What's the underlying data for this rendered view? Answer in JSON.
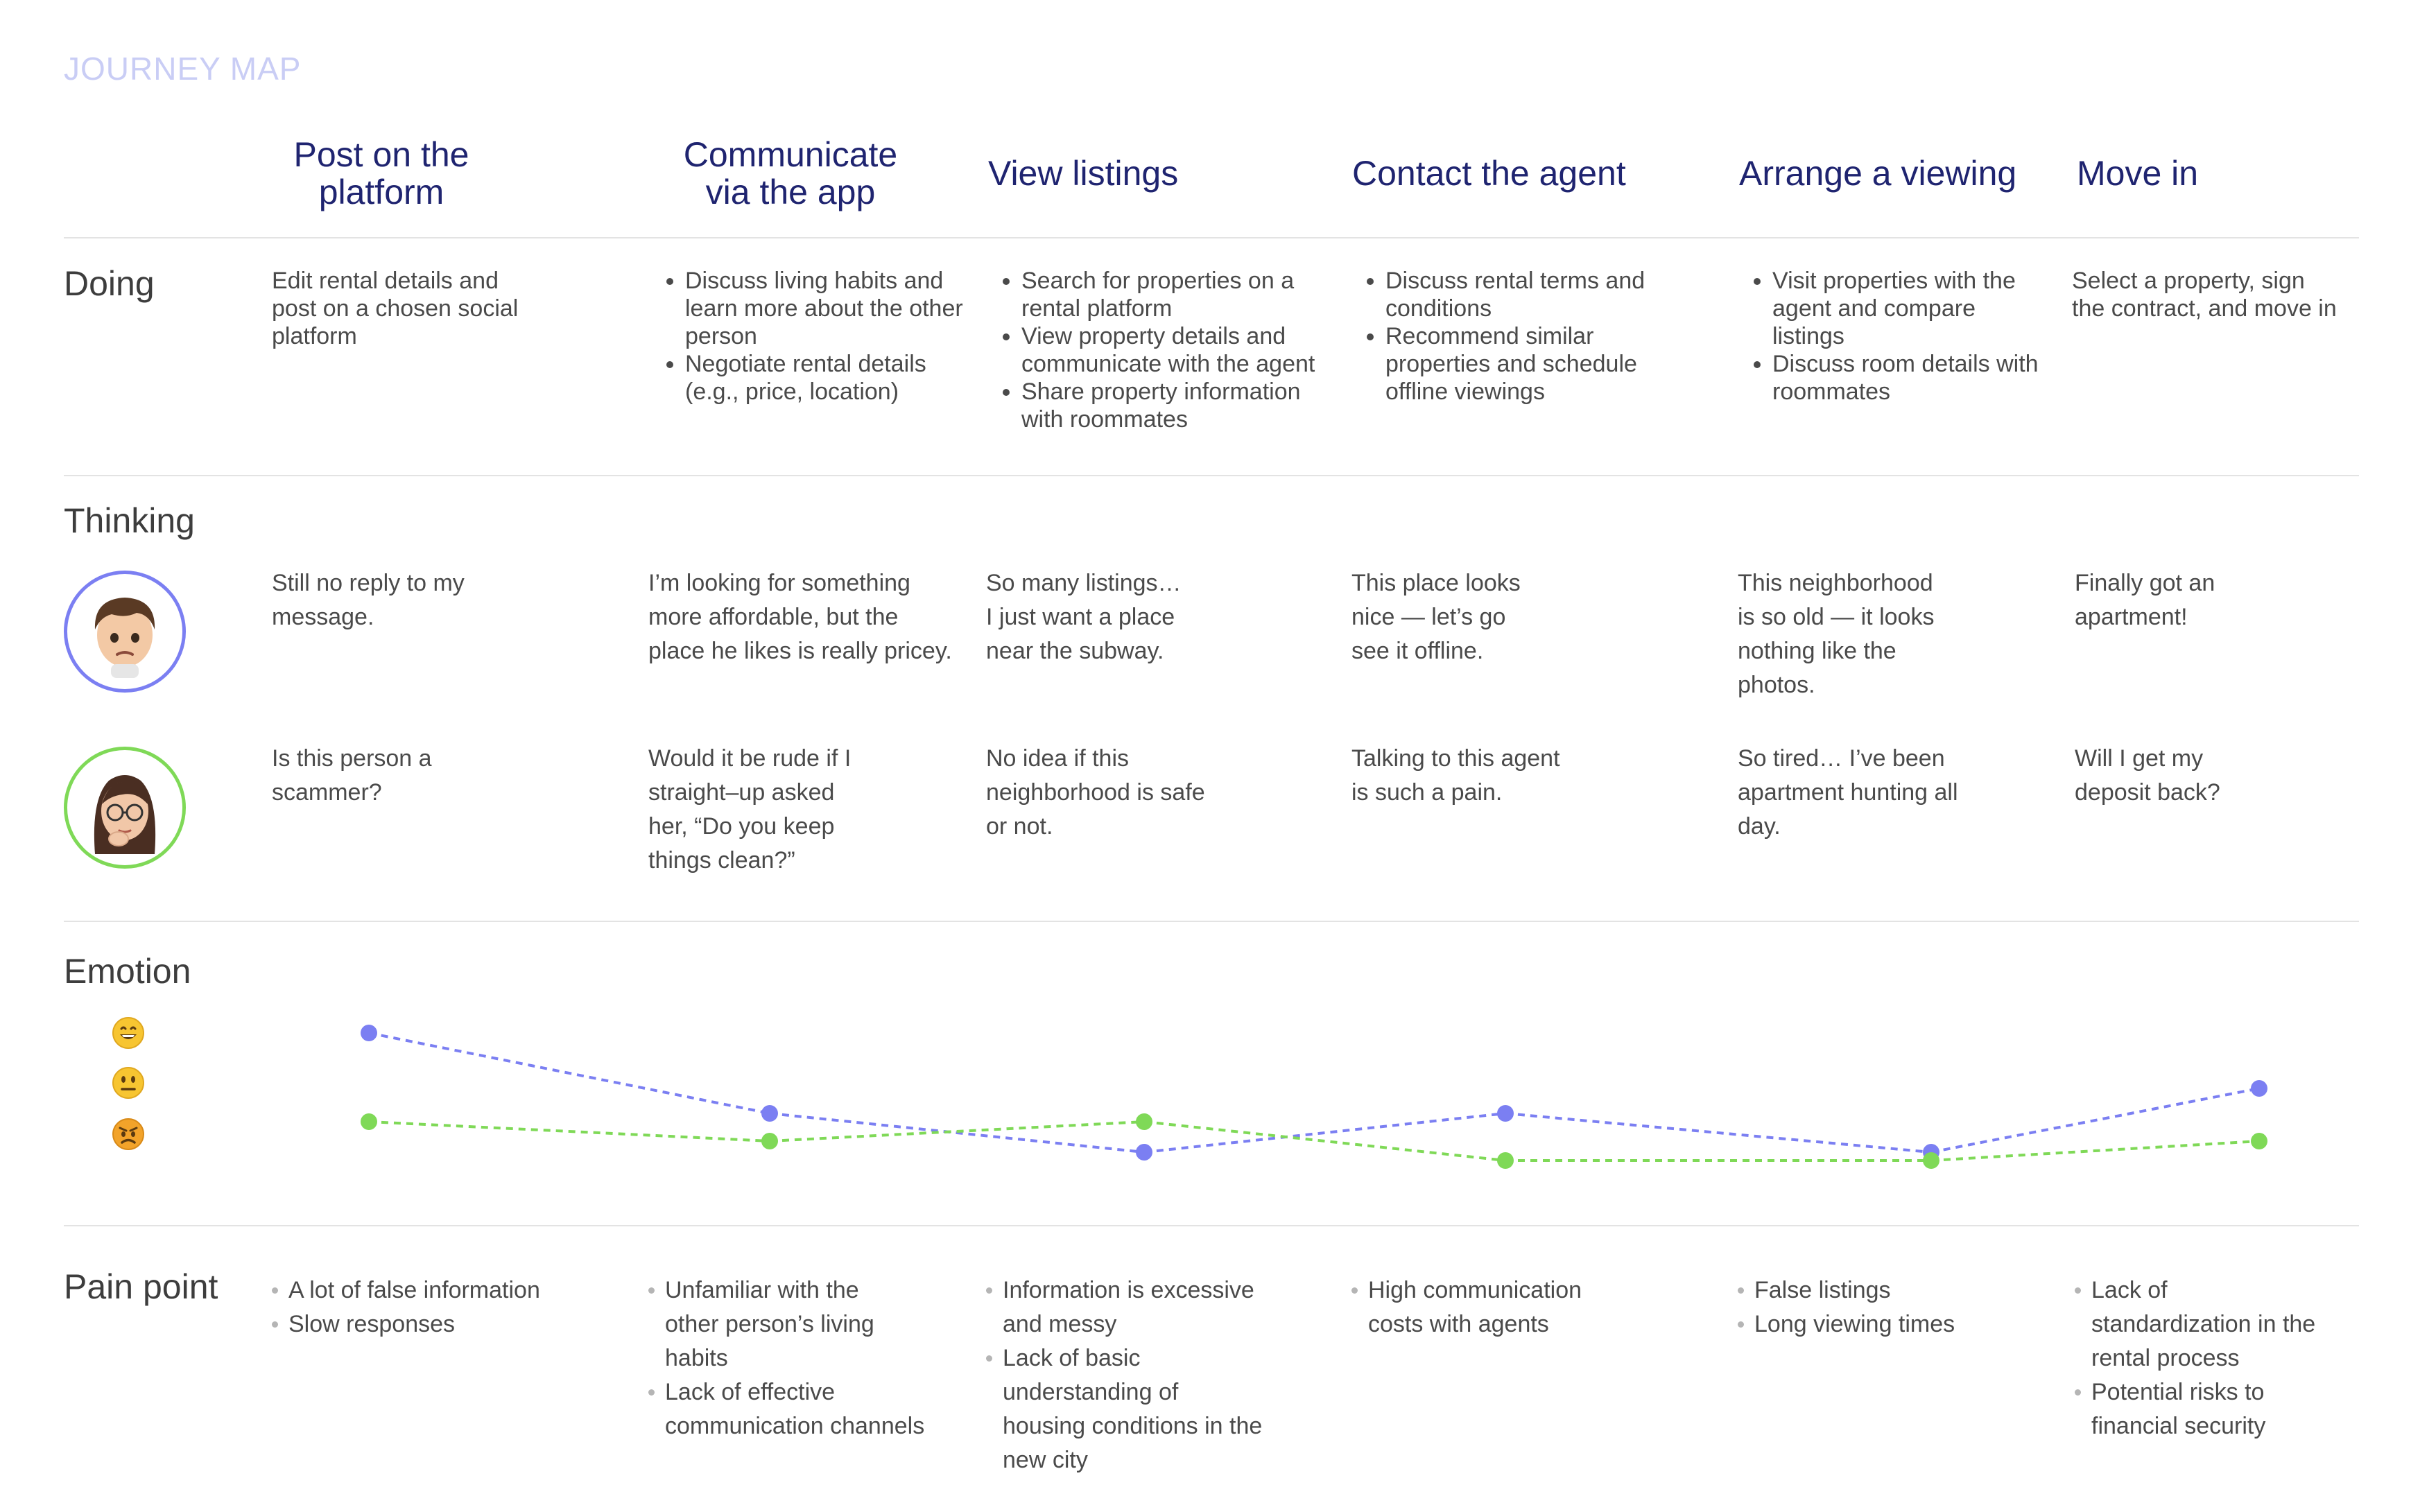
{
  "title": "JOURNEY MAP",
  "colors": {
    "heading": "#1f2470",
    "persona_a": "#7b7ff2",
    "persona_b": "#7fd957",
    "muted_title": "#c9cdf5",
    "divider": "#e3e3e3"
  },
  "stages": [
    "Post on the\nplatform",
    "Communicate\nvia the app",
    "View listings",
    "Contact the agent",
    "Arrange a viewing",
    "Move in"
  ],
  "rows": {
    "doing": "Doing",
    "thinking": "Thinking",
    "emotion": "Emotion",
    "pain": "Pain point"
  },
  "doing": [
    {
      "text": "Edit rental details and\npost on a chosen social\nplatform",
      "bullets": []
    },
    {
      "text": "",
      "bullets": [
        "Discuss living habits and learn more about the other person",
        "Negotiate rental details (e.g., price, location)"
      ]
    },
    {
      "text": "",
      "bullets": [
        "Search for properties on a rental platform",
        "View property details and communicate with the agent",
        "Share property information with roommates"
      ]
    },
    {
      "text": "",
      "bullets": [
        "Discuss rental terms and conditions",
        "Recommend similar properties and schedule offline viewings"
      ]
    },
    {
      "text": "",
      "bullets": [
        "Visit properties with the agent and compare listings",
        "Discuss room details with roommates"
      ]
    },
    {
      "text": "Select a property, sign\nthe contract, and move in",
      "bullets": []
    }
  ],
  "personas": [
    {
      "avatar_icon": "boy-avatar-icon",
      "color": "#7b7ff2",
      "thoughts": [
        "Still no reply to my\nmessage.",
        "I’m looking for something\nmore affordable, but the\nplace he likes is really pricey.",
        "So many listings…\nI just want a place\nnear the subway.",
        "This place looks\nnice — let’s go\nsee it offline.",
        "This neighborhood\nis so old — it looks\nnothing like the\nphotos.",
        "Finally got an\napartment!"
      ]
    },
    {
      "avatar_icon": "girl-avatar-icon",
      "color": "#7fd957",
      "thoughts": [
        "Is this person a\nscammer?",
        "Would it be rude if I\nstraight–up asked\nher, “Do you keep\nthings clean?”",
        "No idea if this\nneighborhood is safe\nor not.",
        "Talking to this agent\nis such a pain.",
        "So tired… I’ve been\napartment hunting all\nday.",
        "Will I get my\ndeposit back?"
      ]
    }
  ],
  "emotion_scale": [
    "happy-emoji-icon",
    "neutral-emoji-icon",
    "angry-emoji-icon"
  ],
  "chart_data": {
    "type": "line",
    "categories": [
      "Post on the platform",
      "Communicate via the app",
      "View listings",
      "Contact the agent",
      "Arrange a viewing",
      "Move in"
    ],
    "ylim": [
      -1.5,
      1
    ],
    "y_ticks": [
      "happy",
      "neutral",
      "unhappy"
    ],
    "line_style": "dashed",
    "series": [
      {
        "color": "#7b7ff2",
        "values": [
          1.0,
          -0.45,
          -1.15,
          -0.45,
          -1.15,
          0.0
        ]
      },
      {
        "color": "#7fd957",
        "values": [
          -0.6,
          -0.95,
          -0.6,
          -1.3,
          -1.3,
          -0.95
        ]
      }
    ]
  },
  "pain_points": [
    [
      "A lot of false information",
      "Slow responses"
    ],
    [
      "Unfamiliar with the\nother person’s living\nhabits",
      "Lack of effective\ncommunication channels"
    ],
    [
      "Information is excessive\nand messy",
      "Lack of basic\nunderstanding of\nhousing conditions in the\nnew city"
    ],
    [
      "High communication\ncosts with agents"
    ],
    [
      "False listings",
      "Long viewing times"
    ],
    [
      "Lack of\nstandardization in the\nrental process",
      "Potential risks to\nfinancial security"
    ]
  ]
}
